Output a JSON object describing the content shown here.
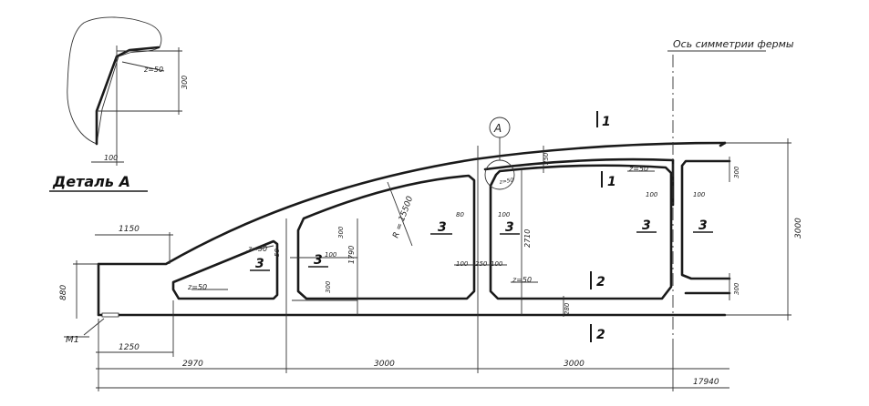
{
  "title": "Деталь А",
  "axis_note": "Ось симметрии фермы",
  "callout_label": "А",
  "mark_label": "М1",
  "section_labels": [
    "1",
    "1",
    "2",
    "2"
  ],
  "panel_label": "3",
  "radius_label": "R = 15500",
  "z_label": "z=50",
  "detail_dims": [
    "z=50",
    "300",
    "100"
  ],
  "dims": {
    "d1150": "1150",
    "d880": "880",
    "d1250": "1250",
    "d2970": "2970",
    "d3000a": "3000",
    "d3000b": "3000",
    "d17940": "17940",
    "d3000v": "3000",
    "d1790": "1790",
    "d2710": "2710",
    "d250a": "250",
    "d250b": "250",
    "d100a": "100",
    "d100b": "100",
    "d100c": "100",
    "d100d": "100",
    "d100e": "100",
    "d100f": "100",
    "d80": "80",
    "d280": "280",
    "d300a": "300",
    "d300b": "300",
    "d300c": "300",
    "d300d": "300",
    "d50": "50"
  }
}
